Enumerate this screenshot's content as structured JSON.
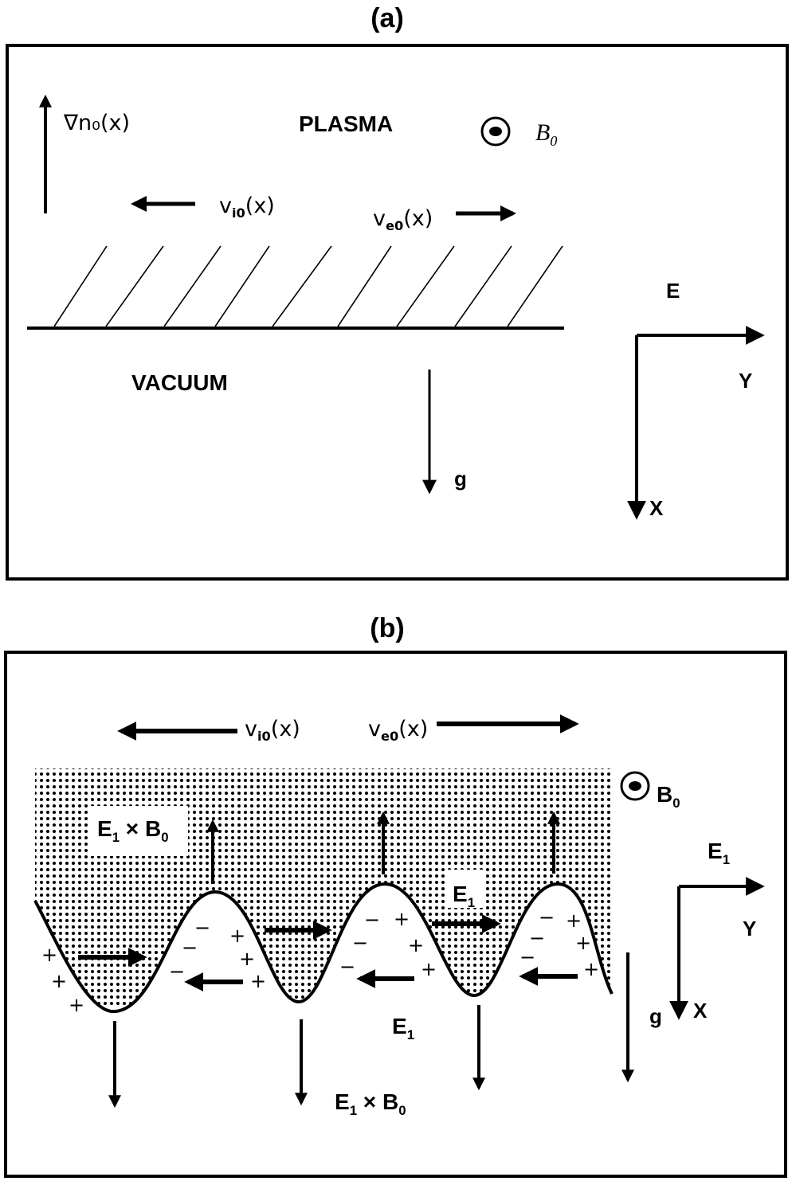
{
  "panel_a": {
    "label": "(a)",
    "plasma_label": "PLASMA",
    "vacuum_label": "VACUUM",
    "grad_n0_label": "∇n₀(x)",
    "vi0_main": "v",
    "vi0_sub": "i0",
    "vi0_arg": "(x)",
    "ve0_main": "v",
    "ve0_sub": "e0",
    "ve0_arg": "(x)",
    "b0_main": "B",
    "b0_sub": "0",
    "gravity_label": "g",
    "axis_e_label": "E",
    "axis_y_label": "Y",
    "axis_x_label": "X"
  },
  "panel_b": {
    "label": "(b)",
    "vi0_main": "v",
    "vi0_sub": "i0",
    "vi0_arg": "(x)",
    "ve0_main": "v",
    "ve0_sub": "e0",
    "ve0_arg": "(x)",
    "b0_main": "B",
    "b0_sub": "0",
    "exb_top_e": "E",
    "exb_top_esub": "1",
    "exb_top_times": " × ",
    "exb_top_b": "B",
    "exb_top_bsub": "0",
    "e1_mid_main": "E",
    "e1_mid_sub": "1",
    "e1_low_main": "E",
    "e1_low_sub": "1",
    "exb_bottom_e": "E",
    "exb_bottom_esub": "1",
    "exb_bottom_times": " × ",
    "exb_bottom_b": "B",
    "exb_bottom_bsub": "0",
    "gravity_label": "g",
    "axis_e1_main": "E",
    "axis_e1_sub": "1",
    "axis_y_label": "Y",
    "axis_x_label": "X",
    "plus_sign": "+",
    "minus_sign": "−"
  }
}
